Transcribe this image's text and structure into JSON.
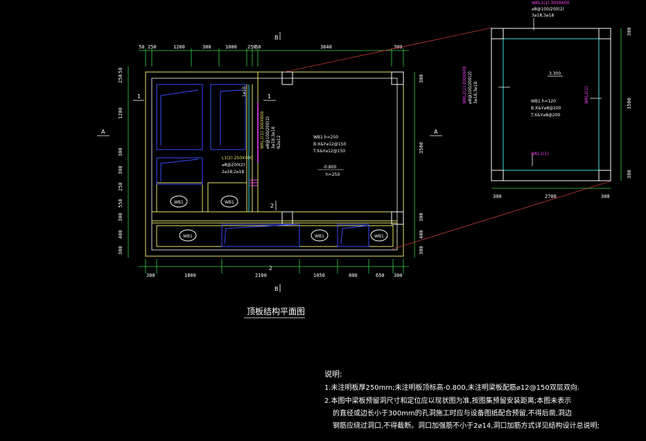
{
  "drawing": {
    "title": "顶板结构平面图",
    "section_marks": {
      "A_left": "A",
      "A_right": "A",
      "B_top": "B",
      "B_bottom": "B",
      "s1_left": "1",
      "s1_mid": "1",
      "s2_mid": "2",
      "s2_bottom": "2"
    },
    "top_dims": [
      "50",
      "250",
      "1200",
      "300",
      "1000",
      "250",
      "50",
      "3640",
      "300"
    ],
    "bottom_dims": [
      "300",
      "1800",
      "2100",
      "1050",
      "800",
      "650",
      "300"
    ],
    "left_dims": [
      "50",
      "250",
      "1200",
      "300",
      "300",
      "250",
      "550",
      "300",
      "400",
      "300"
    ],
    "right_dims": [
      "300",
      "3500",
      "300",
      "400",
      "300"
    ],
    "slab_wb1": {
      "name": "WB1 h=250",
      "b": "B:X&Y⌀12@150",
      "t": "T:X&Y⌀12@150",
      "elev": "-0.800",
      "h": "h=250"
    },
    "beam_wkl1": {
      "l1": "WKL1(1) 300X600",
      "l2": "⌀8@100/200(2)",
      "l3": "3⌀18;3⌀18",
      "l4": "N2⌀12"
    },
    "beam_l1": {
      "l1": "L1(2) 250X400",
      "l2": "⌀8@200(2)",
      "l3": "2⌀18;2⌀18"
    },
    "small_label": "1⌀10",
    "wb1_tags": [
      "WB1",
      "WB1",
      "WB1",
      "WB1",
      "WB1"
    ],
    "detail": {
      "top_beam": {
        "l1": "WKL1(1) 300X600",
        "l2": "⌀8@100/200(2)",
        "l3": "3⌀18;3⌀18"
      },
      "left_beam": {
        "l1": "WKL2(1) 300X600",
        "l2": "⌀8@100/200(2)",
        "l3": "3⌀18;3⌀18"
      },
      "right_label": "WKL2(1)",
      "bottom_label": "WKL1(1)",
      "elev": "3.300",
      "slab": {
        "l1": "WB1 h=120",
        "l2": "B:X&Y⌀8@200",
        "l3": "T:X&Y⌀8@200"
      },
      "dims_right": [
        "300",
        "3500",
        "300"
      ],
      "dims_bottom": [
        "300",
        "2700",
        "300"
      ]
    },
    "notes": {
      "heading": "说明:",
      "n1": "1.未注明板厚250mm;未注明板顶标高-0.800,未注明梁板配筋⌀12@150双层双向.",
      "n2": "2.本图中梁板预留洞尺寸和定位应以现状图为准,按图集预留安装距离;本图未表示",
      "n3": "的直径或边长小于300mm的孔洞施工时应与设备图纸配合预留,不得后凿,洞边",
      "n4": "钢筋应绕过洞口,不得截断。洞口加强筋不小于2⌀14,洞口加筋方式详见结构设计总说明;"
    }
  }
}
